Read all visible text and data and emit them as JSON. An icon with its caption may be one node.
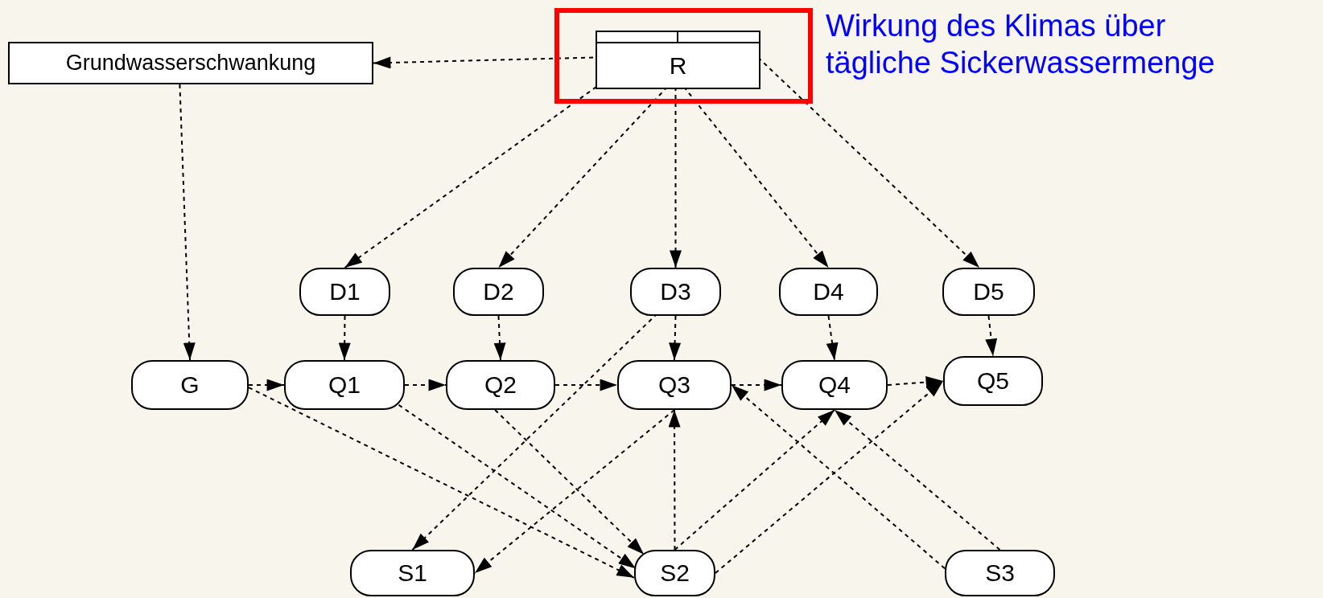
{
  "diagram": {
    "nodes": [
      {
        "text": [
          "Grundwasserschwankung"
        ]
      },
      {
        "text": [
          "Wirkung des Klimas über tägliche Sickerwassermenge"
        ]
      },
      {
        "text": [
          "R"
        ],
        "in": 1
      },
      {
        "text": [
          "D1"
        ]
      },
      {
        "text": [
          "D2"
        ]
      },
      {
        "text": [
          "D3"
        ]
      },
      {
        "text": [
          "D4"
        ]
      },
      {
        "text": [
          "D5"
        ]
      },
      {
        "text": [
          "G"
        ]
      },
      {
        "text": [
          "Q1"
        ]
      },
      {
        "text": [
          "Q2"
        ]
      },
      {
        "text": [
          "Q3"
        ]
      },
      {
        "text": [
          "Q4"
        ]
      },
      {
        "text": [
          "Q5"
        ]
      },
      {
        "text": [
          "S1"
        ]
      },
      {
        "text": [
          "S2"
        ]
      },
      {
        "text": [
          "S3"
        ]
      }
    ],
    "edges": [
      {
        "from": 2,
        "to": 0,
        "arrow": "to"
      },
      {
        "from": 0,
        "to": 8,
        "arrow": "to"
      },
      {
        "from": 2,
        "to": 3,
        "arrow": "to"
      },
      {
        "from": 2,
        "to": 4,
        "arrow": "to"
      },
      {
        "from": 2,
        "to": 5,
        "arrow": "to"
      },
      {
        "from": 2,
        "to": 6,
        "arrow": "to"
      },
      {
        "from": 2,
        "to": 7,
        "arrow": "to"
      },
      {
        "from": 3,
        "to": 9,
        "arrow": "to"
      },
      {
        "from": 4,
        "to": 10,
        "arrow": "to"
      },
      {
        "from": 5,
        "to": 11,
        "arrow": "to"
      },
      {
        "from": 6,
        "to": 12,
        "arrow": "to"
      },
      {
        "from": 7,
        "to": 13,
        "arrow": "to"
      },
      {
        "from": 8,
        "to": 9,
        "arrow": "to"
      },
      {
        "from": 9,
        "to": 10,
        "arrow": "to"
      },
      {
        "from": 10,
        "to": 11,
        "arrow": "to"
      },
      {
        "from": 11,
        "to": 12,
        "arrow": "to"
      },
      {
        "from": 12,
        "to": 13,
        "arrow": "to"
      },
      {
        "from": 8,
        "to": 15,
        "arrow": "to"
      },
      {
        "from": 9,
        "to": 15,
        "arrow": "to"
      },
      {
        "from": 10,
        "to": 15,
        "arrow": "to"
      },
      {
        "from": 5,
        "to": 14,
        "arrow": "to"
      },
      {
        "from": 11,
        "to": 14,
        "arrow": "to"
      },
      {
        "from": 15,
        "to": 11,
        "arrow": "to"
      },
      {
        "from": 15,
        "to": 12,
        "arrow": "to"
      },
      {
        "from": 15,
        "to": 13,
        "arrow": "to"
      },
      {
        "from": 16,
        "to": 11,
        "arrow": "to"
      },
      {
        "from": 16,
        "to": 12,
        "arrow": "to"
      }
    ]
  }
}
